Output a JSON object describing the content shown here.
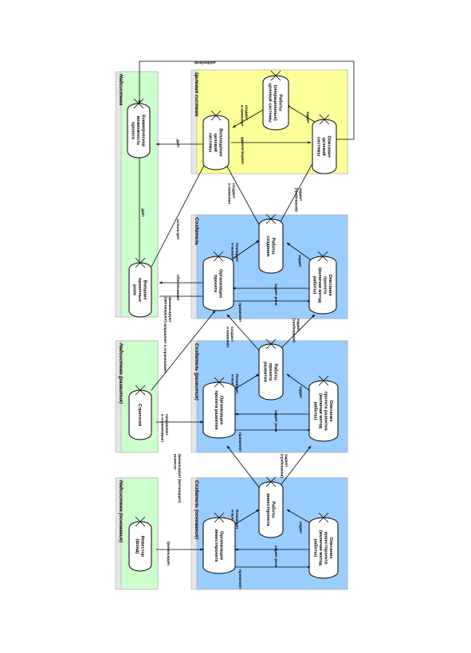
{
  "colors": {
    "green": "#ccffcc",
    "blue": "#99ccff",
    "yellow": "#ffff99",
    "gray": "#e6e6e6",
    "line": "#000000"
  },
  "frames": {
    "super_target": "Надсистема",
    "target": "Целевая система",
    "creator": "Создатель",
    "super_strategy": "Надсистема (развития)",
    "creator_dev": "Создатель (развития)",
    "super_base": "Надсистема (основания)",
    "creator_base": "Создатель (основания)"
  },
  "nodes": {
    "commercial": [
      "Коммерческая",
      "возможность",
      "проекта"
    ],
    "embodiment": [
      "Воплощение",
      "целевой",
      "системы"
    ],
    "work_target": [
      "Работы",
      "(операционные)",
      "целевой системы"
    ],
    "desc_target": [
      "Описание",
      "целевой",
      "системы"
    ],
    "external_roles": [
      "Внешние",
      "проектные",
      "роли"
    ],
    "org_project": [
      "Организация",
      "проекта"
    ],
    "work_create": [
      "Работы",
      "создания"
    ],
    "desc_project": [
      "Описание",
      "проекта",
      "(включая метод",
      "работы)"
    ],
    "strategy": [
      "Стратегия"
    ],
    "org_dev": [
      "Организация",
      "проекта развития"
    ],
    "work_dev": [
      "Работы",
      "проекта",
      "развития"
    ],
    "desc_dev": [
      "Описание",
      "проекта развития",
      "(включая метод",
      "работы)"
    ],
    "investor": [
      "Инвестор",
      "(фонд)"
    ],
    "org_invest": [
      "Организация",
      "инвестпроекта"
    ],
    "work_invest": [
      "Работы",
      "инвестпроекта"
    ],
    "desc_invest": [
      "Описание",
      "инвестпроекта",
      "(включая метод",
      "работы)"
    ]
  },
  "labels": {
    "focuses": "фокусирует",
    "gives": "даёт",
    "satisfies": "удовлетворяет",
    "create_do": [
      "создают",
      "и изменяют"
    ],
    "sets1": "задаёт",
    "create2": [
      "создают",
      "и изменяют"
    ],
    "sets_req": [
      "задают",
      "(требования)"
    ],
    "gives2": "даёт",
    "uses": "использует",
    "provide": "обеспечивают",
    "finance": [
      "финансируют",
      "(мотивируют)"
    ],
    "plan_do": [
      "планирует",
      "и выполняет"
    ],
    "sets_roles": "задаёт роли",
    "applies": "применяет",
    "sets2": "задаёт",
    "directs": "направляет и ограничивает",
    "create3": [
      "создают",
      "и изменяют"
    ],
    "sets_req2": [
      "задают",
      "(требования)"
    ],
    "directs2": [
      "направляет",
      "и ограничивает"
    ],
    "plan_do2": [
      "Планирует",
      "и выполняет"
    ],
    "sets3": "задаёт",
    "sets_roles2": "задаёт роли",
    "applies2": "применяет",
    "finance2": [
      "финансирует (мотивирует)",
      "выносит"
    ],
    "sets_req3": [
      "задают",
      "(требования)"
    ],
    "finance3": "финансирует",
    "plan_do3": [
      "Планирует",
      "и выполняет"
    ],
    "sets4": "задаёт",
    "sets_roles3": "задаёт роли",
    "applies3": "применяет"
  }
}
